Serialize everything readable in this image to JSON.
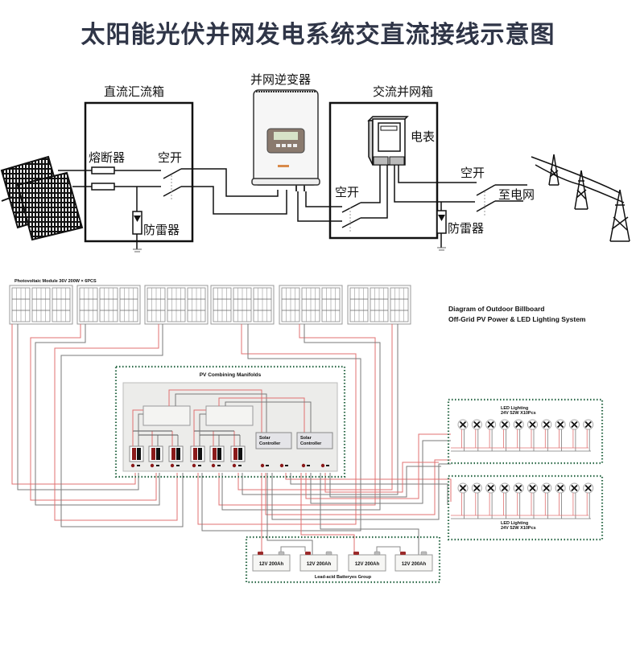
{
  "title": "太阳能光伏并网发电系统交直流接线示意图",
  "grid_tie": {
    "dc_combiner_box": {
      "label": "直流汇流箱",
      "fuse_label": "熔断器",
      "breaker_label": "空开",
      "surge_protector_label": "防雷器"
    },
    "inverter": {
      "label": "并网逆变器"
    },
    "ac_grid_box": {
      "label": "交流并网箱",
      "meter_label": "电表",
      "breaker_in_label": "空开",
      "breaker_out_label": "空开",
      "surge_protector_label": "防雷器"
    },
    "to_grid_label": "至电网"
  },
  "off_grid": {
    "diagram_title_line1": "Diagram of Outdoor Billboard",
    "diagram_title_line2": "Off-Grid PV Power & LED Lighting System",
    "pv_module_label": "Photovoltaic Module  36V  200W × 6PCS",
    "pv_module_count": 6,
    "combining_manifolds_label": "PV Combining Manifolds",
    "controller_labels": [
      "Solar Controller",
      "Solar Controller"
    ],
    "breaker_count": 6,
    "led_groups": [
      {
        "label_line1": "LED Lighting",
        "label_line2": "24V 52W X10Pcs",
        "lamp_count": 10
      },
      {
        "label_line1": "LED Lighting",
        "label_line2": "24V 52W X10Pcs",
        "lamp_count": 10
      }
    ],
    "batteries": [
      "12V 200Ah",
      "12V 200Ah",
      "12V 200Ah",
      "12V 200Ah"
    ],
    "battery_group_label": "Lead-acid Batteryes Group"
  },
  "colors": {
    "title": "#2f3547",
    "wire_positive": "#e07070",
    "wire_negative": "#7a7a7a",
    "group_border": "#2e6b4a",
    "breaker_red": "#8b1a1a"
  }
}
